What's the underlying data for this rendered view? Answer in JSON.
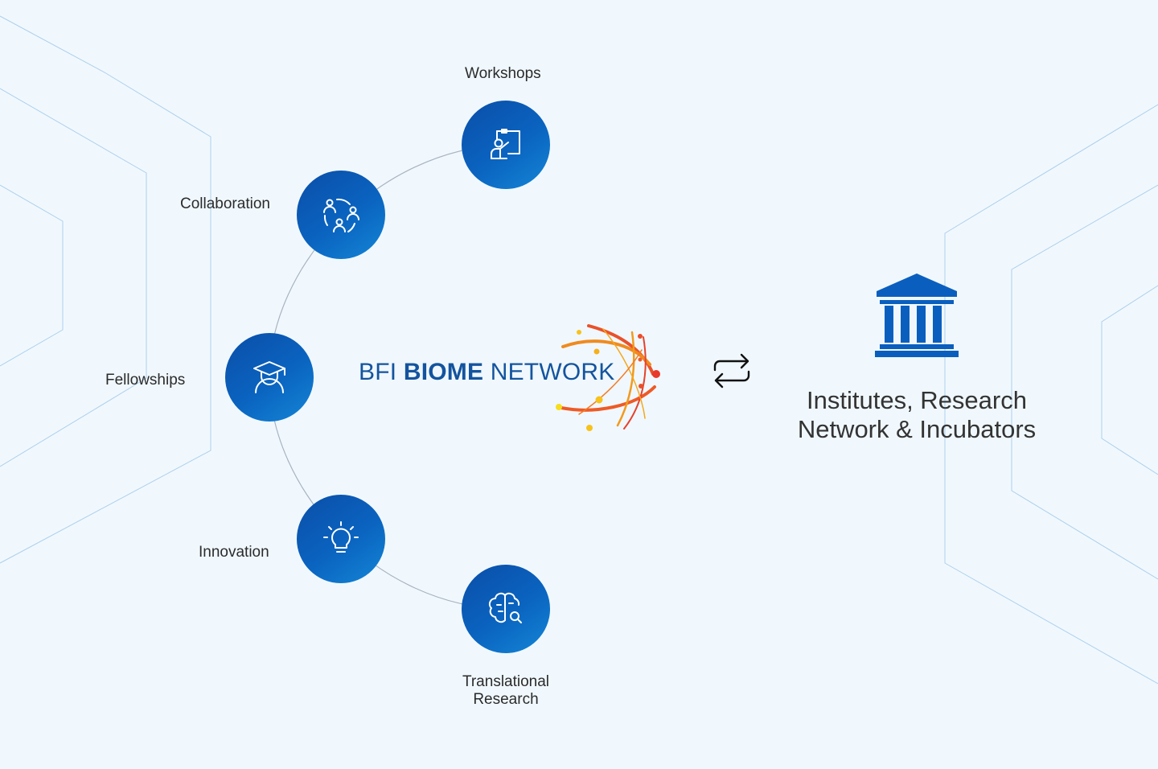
{
  "logo": {
    "prefix": "BFI",
    "bold": "BIOME",
    "suffix": "NETWORK",
    "brand_color": "#14549e",
    "mark_colors": [
      "#f4a019",
      "#e8502a",
      "#f7c21c"
    ]
  },
  "nodes": [
    {
      "id": "workshops",
      "label": "Workshops",
      "icon": "presentation-icon"
    },
    {
      "id": "collaboration",
      "label": "Collaboration",
      "icon": "people-cycle-icon"
    },
    {
      "id": "fellowships",
      "label": "Fellowships",
      "icon": "graduate-icon"
    },
    {
      "id": "innovation",
      "label": "Innovation",
      "icon": "lightbulb-icon"
    },
    {
      "id": "translational",
      "label_line1": "Translational",
      "label_line2": "Research",
      "icon": "brain-search-icon"
    }
  ],
  "exchange_icon": "exchange-arrows-icon",
  "institutes": {
    "icon": "institution-building-icon",
    "title_line1": "Institutes, Research",
    "title_line2": "Network & Incubators"
  },
  "colors": {
    "background": "#f0f8fe",
    "node_gradient_start": "#0a4ea8",
    "node_gradient_end": "#1486d6",
    "bank_color": "#0a5fbe"
  }
}
